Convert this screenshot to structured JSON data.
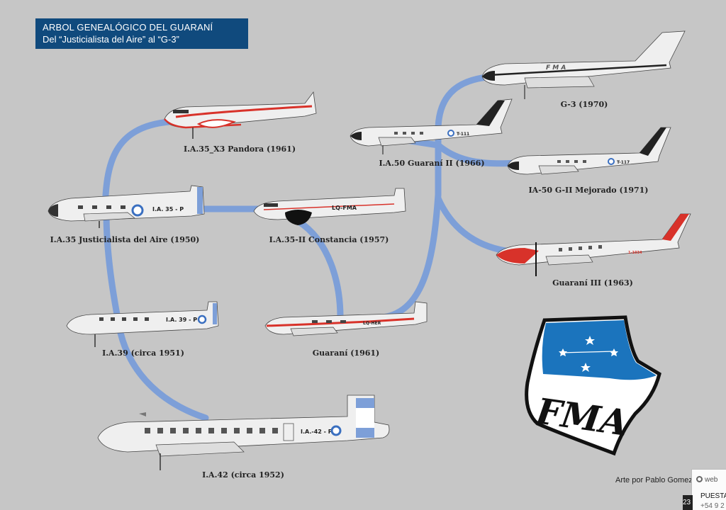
{
  "title": {
    "line1": "ARBOL GENEALÓGICO DEL GUARANÍ",
    "line2": "Del “Justicialista del Aire” al “G-3”"
  },
  "aircraft": {
    "ia35_x3": "I.A.35_X3 Pandora (1961)",
    "ia35": "I.A.35 Justicialista del Aire (1950)",
    "ia35_ii": "I.A.35-II Constancia (1957)",
    "ia39": "I.A.39 (circa 1951)",
    "guarani_1961": "Guaraní (1961)",
    "ia42": "I.A.42 (circa 1952)",
    "g3": "G-3 (1970)",
    "ia50": "I.A.50 Guaraní II (1966)",
    "ia50_mej": "IA-50 G-II Mejorado (1971)",
    "guarani_iii": "Guaraní III (1963)"
  },
  "markings": {
    "ia35": "I.A. 35 - P",
    "ia35_ii": "LQ-FMA",
    "ia39": "I.A. 39 - P",
    "guarani_1961": "LQ-HER",
    "ia42": "I.A.-42 - P",
    "g3": "F M A",
    "ia50": "T-111",
    "ia50_mej": "T-117",
    "guarani_iii": "1-1034"
  },
  "logo": {
    "text": "FMA"
  },
  "colors": {
    "background": "#c6c6c6",
    "connector": "#7d9fd8",
    "title_bg": "#104a7d",
    "logo_blue": "#1b74bd",
    "accent_red": "#d8322a"
  },
  "credit": "Arte por Pablo Gomez",
  "notification": {
    "app": "web",
    "line1": "PUESTA",
    "line2": "+54 9 2"
  },
  "clock": "23"
}
